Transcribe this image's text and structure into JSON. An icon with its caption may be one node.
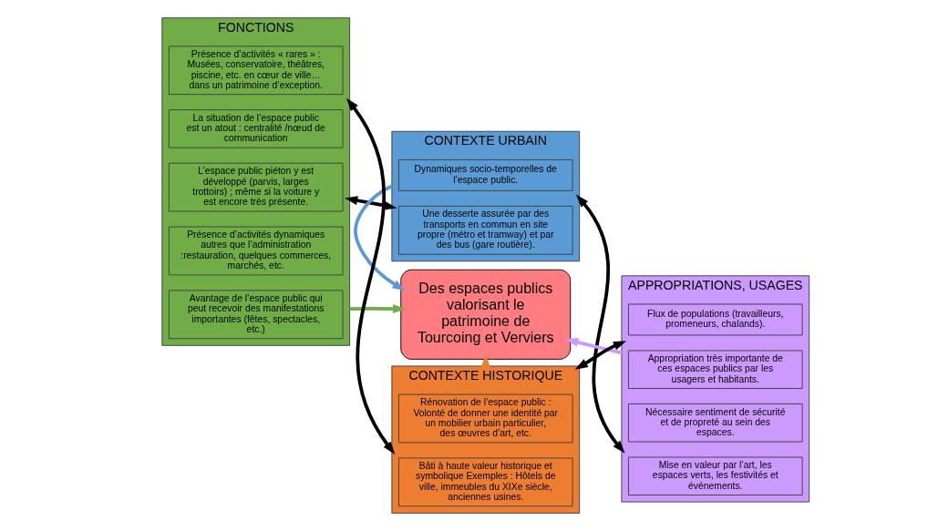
{
  "diagram": {
    "nodes": [
      {
        "text": [
          "CONTEXTE URBAIN"
        ]
      },
      {
        "text": [
          "Une desserte assurée par des transports en commun en site propre (métro et tramway) et par des bus (gare routière)."
        ],
        "in": 0
      },
      {
        "text": [
          "Dynamiques socio-temporelles de l’espace public."
        ],
        "in": 0
      },
      {
        "text": [
          "FONCTIONS"
        ]
      },
      {
        "text": [
          "L’espace public piéton y est développé (parvis, larges trottoirs) ; même si la voiture y est encore très présente."
        ],
        "in": 3
      },
      {
        "text": [
          "La situation de l’espace public est un atout : centralité /nœud de communication"
        ],
        "in": 3
      },
      {
        "text": [
          "Avantage de l’espace public qui peut recevoir des manifestations importantes (fêtes, spectacles, etc.)"
        ],
        "in": 3
      },
      {
        "text": [
          "Présence d’activités dynamiques autres que l’administration :restauration, quelques commerces, marchés, etc."
        ],
        "in": 3
      },
      {
        "text": [
          "Présence d’activités « rares » : Musées, conservatoire, théâtres, piscine, etc. en cœur de ville… dans un patrimoine d’exception."
        ],
        "in": 3
      },
      {
        "text": [
          "Des espaces publics valorisant le patrimoine de Tourcoing et Verviers"
        ]
      },
      {
        "text": [
          "APPROPRIATIONS, USAGES"
        ]
      },
      {
        "text": [
          "Mise en valeur par l’art, les espaces verts, les festivités et événements."
        ],
        "in": 10
      },
      {
        "text": [
          "Nécessaire sentiment de sécurité et de propreté au sein des espaces."
        ],
        "in": 10
      },
      {
        "text": [
          "Appropriation très importante de ces espaces publics par les usagers et habitants."
        ],
        "in": 10
      },
      {
        "text": [
          "Flux de populations (travailleurs, promeneurs, chalands)."
        ],
        "in": 10
      },
      {
        "text": [
          "CONTEXTE HISTORIQUE"
        ]
      },
      {
        "text": [
          "Bâti à haute valeur historique et symbolique Exemples : Hôtels de ville, immeubles du XIXe siècle, anciennes usines."
        ],
        "in": 15
      },
      {
        "text": [
          "Rénovation de l’espace public : Volonté de donner une identité par un mobilier urbain particulier, des œuvres d’art, etc."
        ],
        "in": 15
      }
    ],
    "edges": [
      {
        "from": 0,
        "to": 9,
        "arrow": "to",
        "color": "#5b9bd5"
      },
      {
        "from": 3,
        "to": 9,
        "arrow": "to",
        "color": "#70ad47"
      },
      {
        "from": 10,
        "to": 9,
        "arrow": "to",
        "color": "#cc99ff"
      },
      {
        "from": 15,
        "to": 9,
        "arrow": "to",
        "color": "#ed7d31"
      },
      {
        "from": 0,
        "to": 3,
        "arrow": "both",
        "color": "#000000"
      },
      {
        "from": 0,
        "to": 10,
        "arrow": "both",
        "color": "#000000"
      },
      {
        "from": 3,
        "to": 15,
        "arrow": "both",
        "color": "#000000"
      },
      {
        "from": 10,
        "to": 15,
        "arrow": "both",
        "color": "#000000"
      }
    ]
  }
}
